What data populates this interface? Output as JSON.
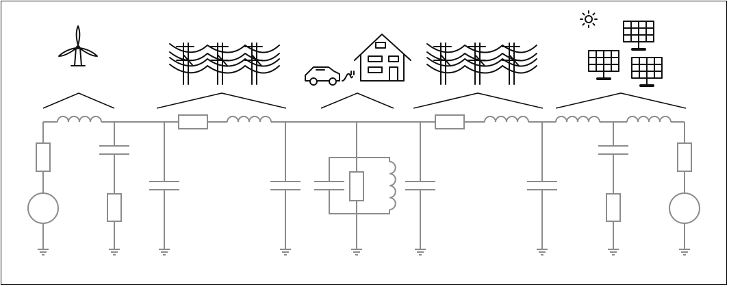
{
  "diagram": {
    "stroke_color": "#8c8c8c",
    "icon_color": "#111111",
    "background": "#ffffff",
    "sections": [
      {
        "id": "wind",
        "icon": "wind-turbine-icon"
      },
      {
        "id": "line-1",
        "icon": "power-lines-icon"
      },
      {
        "id": "load",
        "icon": "house-ev-icon"
      },
      {
        "id": "line-2",
        "icon": "power-lines-icon"
      },
      {
        "id": "solar",
        "icon": "solar-panels-icon"
      }
    ]
  }
}
